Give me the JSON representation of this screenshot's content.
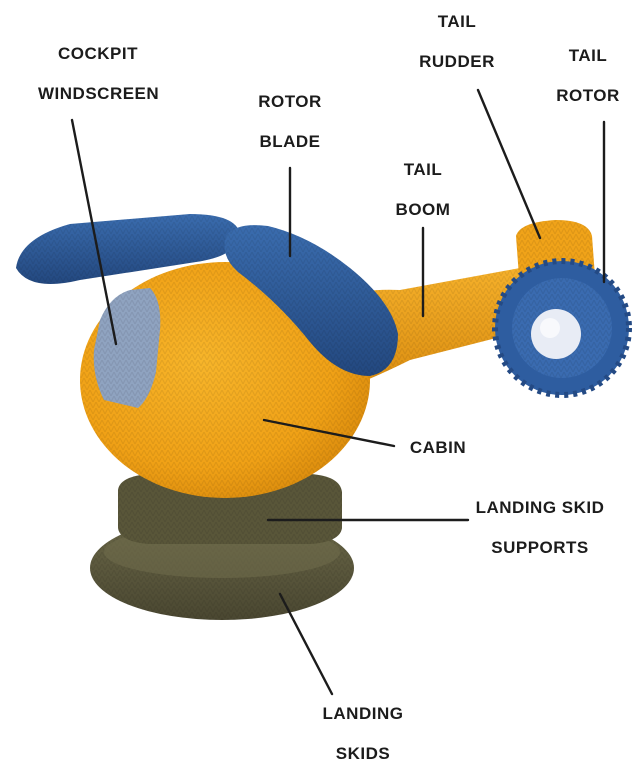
{
  "labels": {
    "cockpit_windscreen": [
      "COCKPIT",
      "WINDSCREEN"
    ],
    "rotor_blade": [
      "ROTOR",
      "BLADE"
    ],
    "tail_boom": [
      "TAIL",
      "BOOM"
    ],
    "tail_rudder": [
      "TAIL",
      "RUDDER"
    ],
    "tail_rotor": [
      "TAIL",
      "ROTOR"
    ],
    "cabin": [
      "CABIN"
    ],
    "landing_skid_supports": [
      "LANDING SKID",
      "SUPPORTS"
    ],
    "landing_skids": [
      "LANDING",
      "SKIDS"
    ]
  },
  "colors": {
    "cabin_yellow": "#f2a619",
    "rotor_blue": "#2f5f9e",
    "windscreen_grey": "#8fa3c0",
    "skid_khaki": "#5d5a3e",
    "label_text": "#1c1c1c",
    "leader_line": "#1c1c1c"
  }
}
